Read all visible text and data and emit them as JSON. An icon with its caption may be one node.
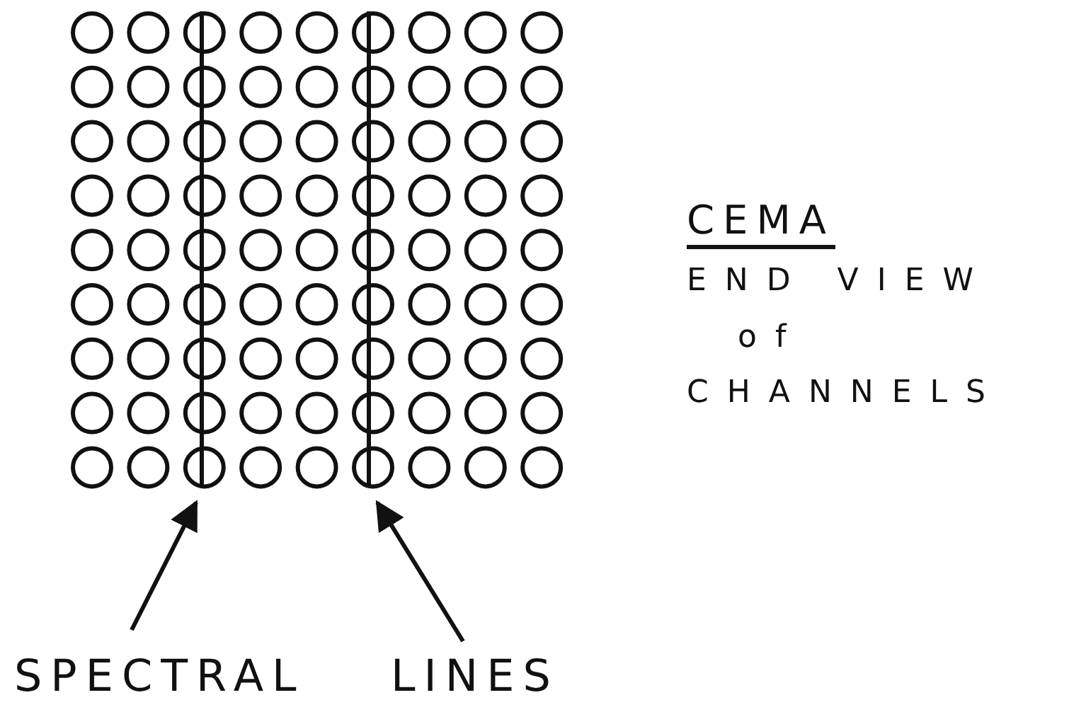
{
  "diagram": {
    "title": "CEMA",
    "nodes": [
      {
        "text": [
          "SPECTRAL"
        ]
      },
      {
        "text": [
          "LINES"
        ]
      },
      {
        "text": [],
        "shape": "bar"
      },
      {
        "text": [],
        "shape": "bar"
      }
    ],
    "edges": [
      {
        "from": 0,
        "to": 2,
        "arrow": "to"
      },
      {
        "from": 1,
        "to": 3,
        "arrow": "to"
      }
    ],
    "labels": [
      "END VIEW",
      "of",
      "CHANNELS"
    ]
  }
}
